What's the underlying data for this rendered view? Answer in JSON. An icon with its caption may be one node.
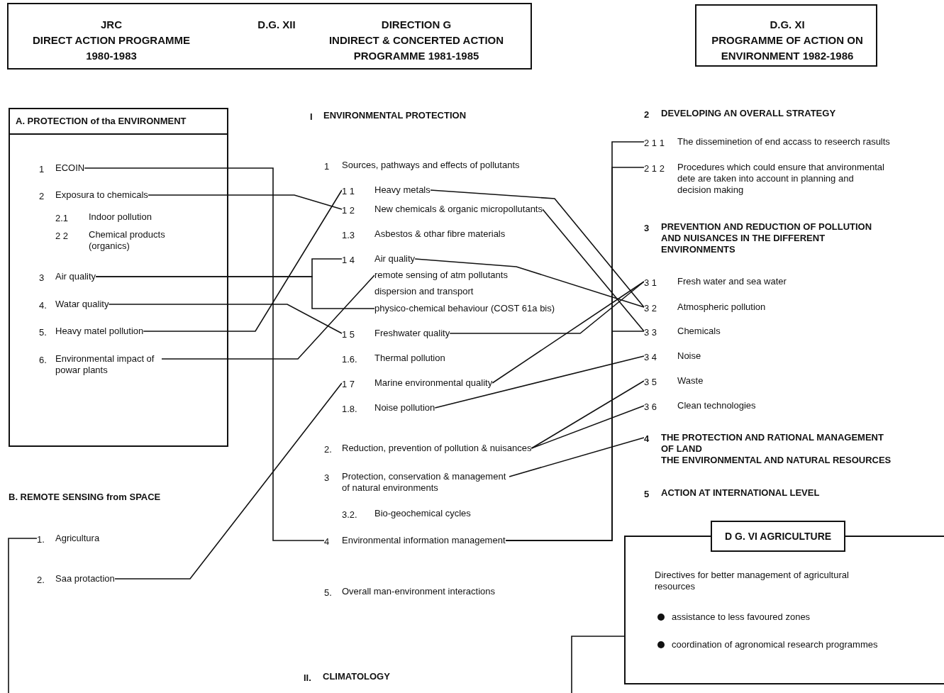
{
  "diagram": {
    "nodes": [
      {
        "text": [
          "JRC",
          "DIRECT ACTION PROGRAMME 1980-1983",
          "D.G. XII",
          "DIRECTION G",
          "INDIRECT & CONCERTED ACTION PROGRAMME 1981-1985"
        ]
      },
      {
        "text": [
          "D.G. XI",
          "PROGRAMME OF ACTION ON ENVIRONMENT 1982-1986"
        ]
      },
      {
        "text": [
          "A. PROTECTION of tha ENVIRONMENT"
        ]
      },
      {
        "text": [
          "1",
          "ECOIN"
        ],
        "in": 2
      },
      {
        "text": [
          "2",
          "Exposura to chemicals"
        ],
        "in": 2
      },
      {
        "text": [
          "3",
          "Air quality"
        ],
        "in": 2
      },
      {
        "text": [
          "4.",
          "Watar quality"
        ],
        "in": 2
      },
      {
        "text": [
          "5.",
          "Heavy matel pollution"
        ],
        "in": 2
      },
      {
        "text": [
          "6.",
          "Environmental impact of powar plants"
        ],
        "in": 2
      },
      {
        "text": [
          "1.",
          "Agricultura"
        ]
      },
      {
        "text": [
          "2.",
          "Saa protaction"
        ]
      },
      {
        "text": [
          "1 1",
          "Heavy metals"
        ]
      },
      {
        "text": [
          "1 2",
          "New chemicals & organic micropollutants"
        ]
      },
      {
        "text": [
          "1 4",
          "Air quality"
        ]
      },
      {
        "text": [
          "remote sensing of atm pollutants"
        ]
      },
      {
        "text": [
          "physico-chemical behaviour (COST 61a bis)"
        ]
      },
      {
        "text": [
          "1 5",
          "Freshwater quality"
        ]
      },
      {
        "text": [
          "1 7",
          "Marine environmental quality"
        ]
      },
      {
        "text": [
          "1.8.",
          "Noise pollution"
        ]
      },
      {
        "text": [
          "2.",
          "Reduction, prevention of pollution & nuisances"
        ]
      },
      {
        "text": [
          "3",
          "Protection, conservation & management of natural environments"
        ]
      },
      {
        "text": [
          "4",
          "Environmental information management"
        ]
      },
      {
        "text": [
          "2 1 1",
          "The disseminetion of end accass to reseerch rasults"
        ]
      },
      {
        "text": [
          "2 1 2",
          "Procedures which could ensure that anvironmental dete are taken into account in planning and decision making"
        ]
      },
      {
        "text": [
          "3 1",
          "Fresh water and sea water"
        ]
      },
      {
        "text": [
          "3 2",
          "Atmospheric pollution"
        ]
      },
      {
        "text": [
          "3 3",
          "Chemicals"
        ]
      },
      {
        "text": [
          "3 4",
          "Noise"
        ]
      },
      {
        "text": [
          "3 5",
          "Waste"
        ]
      },
      {
        "text": [
          "3 6",
          "Clean technologies"
        ]
      },
      {
        "text": [
          "4",
          "THE PROTECTION AND RATIONAL MANAGEMENT OF LAND",
          "THE ENVIRONMENTAL AND NATURAL RESOURCES"
        ]
      },
      {
        "text": [
          "D G. VI AGRICULTURE",
          "Directives for better management of agricultural resources",
          "assistance to less favoured zones",
          "coordination of agronomical research programmes"
        ]
      },
      {
        "text": [
          "2.1",
          "Indoor pollution"
        ],
        "in": 2
      },
      {
        "text": [
          "2 2",
          "Chemical products (organics)"
        ],
        "in": 2
      },
      {
        "text": [
          "B. REMOTE SENSING from SPACE"
        ]
      },
      {
        "text": [
          "I",
          "ENVIRONMENTAL PROTECTION"
        ]
      },
      {
        "text": [
          "1",
          "Sources, pathways and effects of pollutants"
        ]
      },
      {
        "text": [
          "1.3",
          "Asbestos & othar fibre materials"
        ]
      },
      {
        "text": [
          "dispersion and transport"
        ]
      },
      {
        "text": [
          "1.6.",
          "Thermal pollution"
        ]
      },
      {
        "text": [
          "3.2.",
          "Bio-geochemical cycles"
        ]
      },
      {
        "text": [
          "5.",
          "Overall man-environment interactions"
        ]
      },
      {
        "text": [
          "II.",
          "CLIMATOLOGY"
        ]
      },
      {
        "text": [
          "2",
          "DEVELOPING AN OVERALL STRATEGY"
        ]
      },
      {
        "text": [
          "3",
          "PREVENTION AND REDUCTION OF POLLUTION AND NUISANCES IN THE DIFFERENT ENVIRONMENTS"
        ]
      },
      {
        "text": [
          "5",
          "ACTION AT INTERNATIONAL LEVEL"
        ]
      }
    ],
    "edges": [
      {
        "from": 3,
        "to": 21,
        "arrow": "none"
      },
      {
        "from": 21,
        "to": 22,
        "arrow": "none"
      },
      {
        "from": 21,
        "to": 23,
        "arrow": "none"
      },
      {
        "from": 21,
        "to": 26,
        "arrow": "none"
      },
      {
        "from": 4,
        "to": 12,
        "arrow": "none"
      },
      {
        "from": 5,
        "to": 13,
        "arrow": "none"
      },
      {
        "from": 5,
        "to": 15,
        "arrow": "none"
      },
      {
        "from": 6,
        "to": 16,
        "arrow": "none"
      },
      {
        "from": 7,
        "to": 11,
        "arrow": "none"
      },
      {
        "from": 8,
        "to": 14,
        "arrow": "none"
      },
      {
        "from": 10,
        "to": 17,
        "arrow": "none"
      },
      {
        "from": 11,
        "to": 25,
        "arrow": "none"
      },
      {
        "from": 12,
        "to": 26,
        "arrow": "none"
      },
      {
        "from": 13,
        "to": 25,
        "arrow": "none"
      },
      {
        "from": 16,
        "to": 24,
        "arrow": "none"
      },
      {
        "from": 17,
        "to": 24,
        "arrow": "none"
      },
      {
        "from": 18,
        "to": 27,
        "arrow": "none"
      },
      {
        "from": 19,
        "to": 28,
        "arrow": "none"
      },
      {
        "from": 19,
        "to": 29,
        "arrow": "none"
      },
      {
        "from": 20,
        "to": 30,
        "arrow": "none"
      },
      {
        "from": 9,
        "to": null,
        "arrow": "none"
      },
      {
        "from": 31,
        "to": null,
        "arrow": "none"
      }
    ]
  }
}
